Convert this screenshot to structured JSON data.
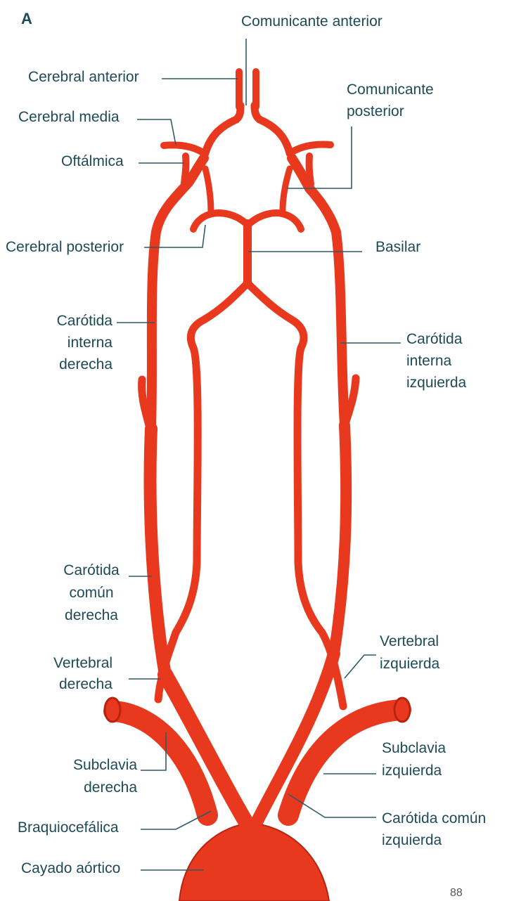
{
  "panel_letter": "A",
  "colors": {
    "artery": "#e8391f",
    "artery_dark": "#b82412",
    "label_text": "#1e4a57",
    "leader_line": "#2e5a66"
  },
  "labels": {
    "comunicante_anterior": "Comunicante anterior",
    "cerebral_anterior": "Cerebral anterior",
    "comunicante_posterior_1": "Comunicante",
    "comunicante_posterior_2": "posterior",
    "cerebral_media": "Cerebral media",
    "oftalmica": "Oftálmica",
    "cerebral_posterior": "Cerebral posterior",
    "basilar": "Basilar",
    "carotida_interna_derecha_1": "Carótida",
    "carotida_interna_derecha_2": "interna",
    "carotida_interna_derecha_3": "derecha",
    "carotida_interna_izquierda_1": "Carótida",
    "carotida_interna_izquierda_2": "interna",
    "carotida_interna_izquierda_3": "izquierda",
    "carotida_comun_derecha_1": "Carótida",
    "carotida_comun_derecha_2": "común",
    "carotida_comun_derecha_3": "derecha",
    "vertebral_izquierda_1": "Vertebral",
    "vertebral_izquierda_2": "izquierda",
    "vertebral_derecha_1": "Vertebral",
    "vertebral_derecha_2": "derecha",
    "subclavia_izquierda_1": "Subclavia",
    "subclavia_izquierda_2": "izquierda",
    "subclavia_derecha_1": "Subclavia",
    "subclavia_derecha_2": "derecha",
    "braquiocefalica": "Braquiocefálica",
    "carotida_comun_izquierda_1": "Carótida común",
    "carotida_comun_izquierda_2": "izquierda",
    "cayado_aortico": "Cayado aórtico"
  },
  "credit_text": "88"
}
